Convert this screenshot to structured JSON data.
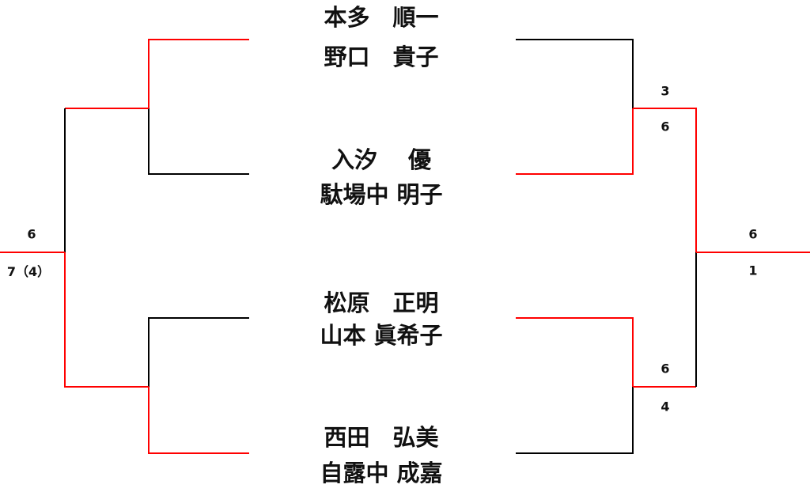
{
  "colors": {
    "winner": "#ff0000",
    "loser": "#000000"
  },
  "pairs": [
    {
      "line1": "本多　順一",
      "line2": "野口　貴子"
    },
    {
      "line1": "入汐　 優",
      "line2": "駄場中 明子"
    },
    {
      "line1": "松原　正明",
      "line2": "山本 眞希子"
    },
    {
      "line1": "西田　弘美",
      "line2": "自露中 成嘉"
    }
  ],
  "scores": {
    "left_final_top": "6",
    "left_final_bottom": "7（4）",
    "right_semi1_top": "3",
    "right_semi1_bottom": "6",
    "right_final_top": "6",
    "right_final_bottom": "1",
    "right_semi2_top": "6",
    "right_semi2_bottom": "4"
  }
}
